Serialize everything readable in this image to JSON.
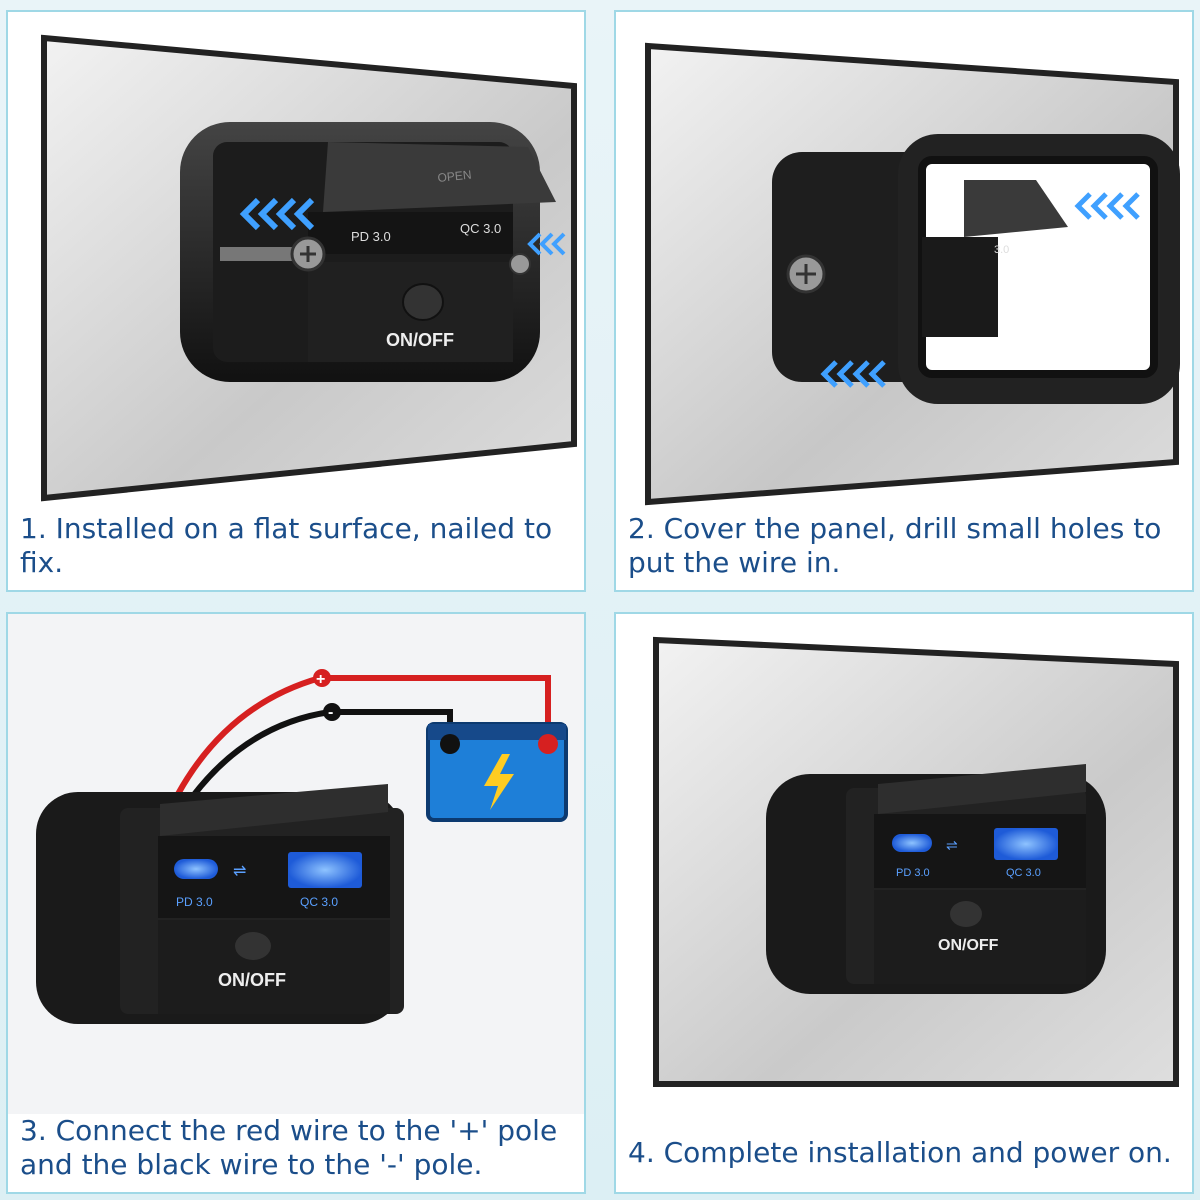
{
  "steps": [
    {
      "caption": "1. Installed on a flat surface, nailed to fix.",
      "labels": {
        "port_left": "PD 3.0",
        "port_right": "QC 3.0",
        "switch": "ON/OFF",
        "flap": "OPEN"
      }
    },
    {
      "caption": "2. Cover the panel, drill small holes to put the wire in.",
      "labels": {
        "port_partial": "3.0"
      }
    },
    {
      "caption": "3. Connect the red wire to the '+' pole and the black wire to the '-' pole.",
      "labels": {
        "port_left": "PD 3.0",
        "port_right": "QC 3.0",
        "switch": "ON/OFF",
        "plus": "+",
        "minus": "-"
      }
    },
    {
      "caption": "4. Complete installation and power on.",
      "labels": {
        "port_left": "PD 3.0",
        "port_right": "QC 3.0",
        "switch": "ON/OFF"
      }
    }
  ],
  "colors": {
    "caption": "#1b4e8a",
    "border": "#9fd8e6",
    "port_glow": "#2f7fff",
    "arrow": "#3fa0ff",
    "battery": "#1e7fd8",
    "red_wire": "#d62020"
  },
  "icons": [
    "arrow-chevrons-icon",
    "battery-icon",
    "lightning-icon",
    "usb-icon",
    "screw-icon"
  ]
}
